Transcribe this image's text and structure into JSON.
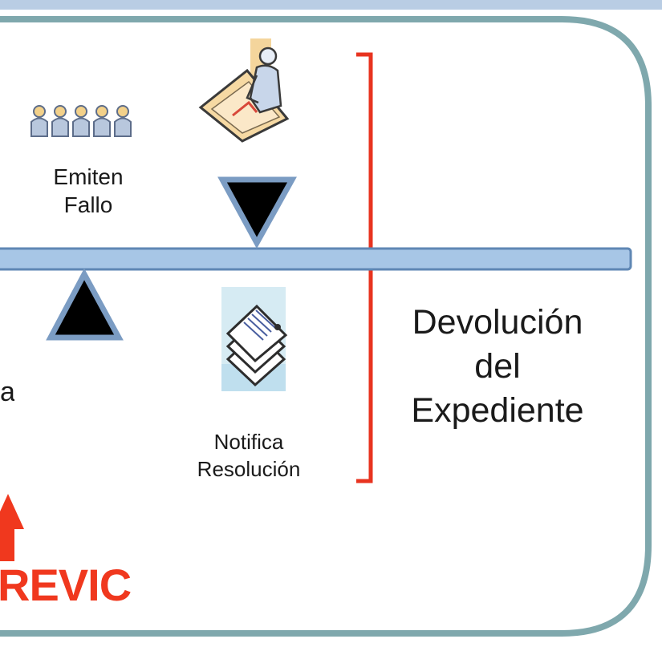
{
  "labels": {
    "emiten": [
      "Emiten",
      "Fallo"
    ],
    "notifica": [
      "Notifica",
      "Resolución"
    ],
    "devolucion": [
      "Devolución",
      "del",
      "Expediente"
    ],
    "revic": "REVIC",
    "partial_left": "a"
  },
  "icons": {
    "people": "group-of-people-icon",
    "worker": "person-at-desk-icon",
    "documents": "stacked-documents-icon",
    "arrow": "up-arrow-icon"
  },
  "colors": {
    "frame": "#7fa8ad",
    "beam": "#a7c6e6",
    "beam_border": "#5f87b4",
    "triangle_fill": "#000000",
    "triangle_border": "#7b9cc3",
    "bracket": "#e8331f",
    "revic": "#f0381e",
    "top_band": "#b9cde4"
  }
}
